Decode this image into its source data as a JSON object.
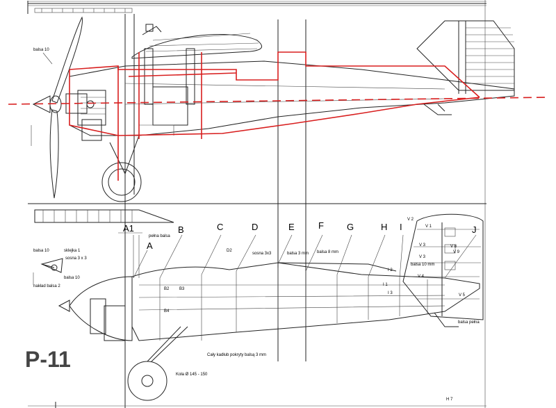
{
  "side_view": {
    "labels": {
      "balsa_nose": "balsa 10"
    }
  },
  "plan_view": {
    "bulkheads": [
      "A1",
      "A",
      "B",
      "C",
      "D",
      "E",
      "F",
      "G",
      "H",
      "I",
      "J"
    ],
    "notes": {
      "pelna_balsa": "pełna balsa",
      "balsa10_a": "balsa 10",
      "sklejka1": "sklejka 1",
      "sosna3x3": "sosna 3 x 3",
      "balsa10_b": "balsa 10",
      "naklad": "nakład balsa 2",
      "d2": "D2",
      "sosna3x3_b": "sosna 3x3",
      "balsa3mm": "balsa 3 mm",
      "balsa8mm": "balsa 8 mm",
      "b2": "B2",
      "b3": "B3",
      "b4": "B4",
      "i2": "I 2",
      "i1": "I 1",
      "i3": "I 3",
      "v2": "V 2",
      "v1": "V 1",
      "v3": "V 3",
      "v8": "V 8",
      "v9": "V 9",
      "v4": "V 4",
      "v5": "V 5",
      "balsa10mm": "balsa 10 mm",
      "balsa_pelna": "balsa pełna",
      "caly_kadlub": "Cały kadłub pokryty balsą 3 mm",
      "kola": "Koła Ø 145 - 150"
    },
    "title_fragment": "P-11",
    "sheet_mark": "H 7"
  }
}
